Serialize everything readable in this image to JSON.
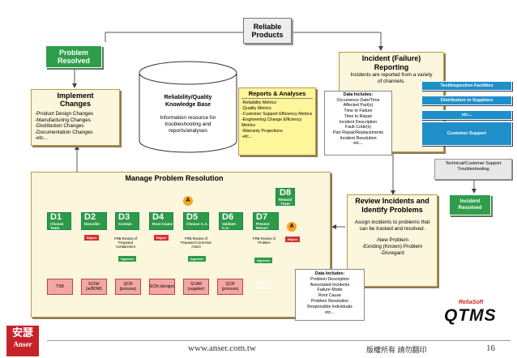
{
  "top": {
    "reliable_products": "Reliable Products",
    "problem_resolved": "Problem Resolved",
    "implement_changes": "Implement Changes",
    "changes_list": [
      "-Product Design Changes",
      "-Manufacturing Changes",
      "-Distribution Changes",
      "-Documentation Changes",
      "-etc..."
    ],
    "kb_title": "Reliability/Quality Knowledge Base",
    "kb_desc": "Information resource for troubleshooting and reports/analyses",
    "reports_title": "Reports & Analyses",
    "reports_list": [
      "-Reliability Metrics",
      "-Quality Metrics",
      "-Customer Support Efficiency Metrics",
      "-Engineering Change Efficiency Metrics",
      "-Warranty Projections",
      "-etc..."
    ],
    "incident_title": "Incident (Failure) Reporting",
    "incident_desc": "Incidents are reported from a variety of channels.",
    "data_includes_title": "Data Includes:",
    "data_includes_list": [
      "Occurrence Date/Time",
      "Affected Part(s)",
      "Time to Failure",
      "Time to Repair",
      "Incident Description",
      "Fault Code(s)",
      "Part Repair/Replacements",
      "Incident Resolution",
      "etc..."
    ],
    "channels": [
      "Test/Inspection Facilities",
      "Distribution or Suppliers",
      "etc...",
      "Customer Support"
    ],
    "tech_support": "Technical/Customer Support Troubleshooting",
    "incident_resolved": "Incident Resolved"
  },
  "review": {
    "title": "Review Incidents and Identify Problems",
    "desc": "Assign incidents to problems that can be tracked and resolved.",
    "list": [
      "-New Problem",
      "-Existing (Known) Problem",
      "-Disregard"
    ]
  },
  "problem_data": {
    "title": "Data Includes:",
    "list": [
      "Problem Description",
      "Associated Incidents",
      "Failure Mode",
      "Root Cause",
      "Problem Resolution",
      "Responsible Individuals",
      "etc..."
    ]
  },
  "manage": {
    "title": "Manage Problem Resolution",
    "d8_code": "D8",
    "d8_label": "Reward Team",
    "steps": [
      {
        "code": "D1",
        "label": "Choose Team"
      },
      {
        "code": "D2",
        "label": "Describe"
      },
      {
        "code": "D3",
        "label": "Contain"
      },
      {
        "code": "D4",
        "label": "Root Cause"
      },
      {
        "code": "D5",
        "label": "Choose C.A."
      },
      {
        "code": "D6",
        "label": "Validate C.A."
      },
      {
        "code": "D7",
        "label": "Prevent Recurr."
      }
    ],
    "reject": "Reject",
    "approve": "Approve",
    "a_label": "A",
    "frb_review_1": "FRB Review of Proposed Containment",
    "frb_review_2": "FRB Review of Proposed Corrective Action",
    "frb_review_3": "FRB Review of Problem",
    "forms": [
      "TSB",
      "ECN# (w/BOM)",
      "QCR (process)",
      "ECN (design)",
      "SCAR (supplier)",
      "QCR (process)"
    ],
    "close": "Close FRB/8D"
  },
  "brand": {
    "reliasoft": "ReliaSoft",
    "qtms": "QTMS",
    "logo_cn": "安瑟",
    "logo_en": "Anser"
  },
  "footer": {
    "url": "www.anser.com.tw",
    "copyright": "版權所有 請勿翻印",
    "page": "16"
  }
}
